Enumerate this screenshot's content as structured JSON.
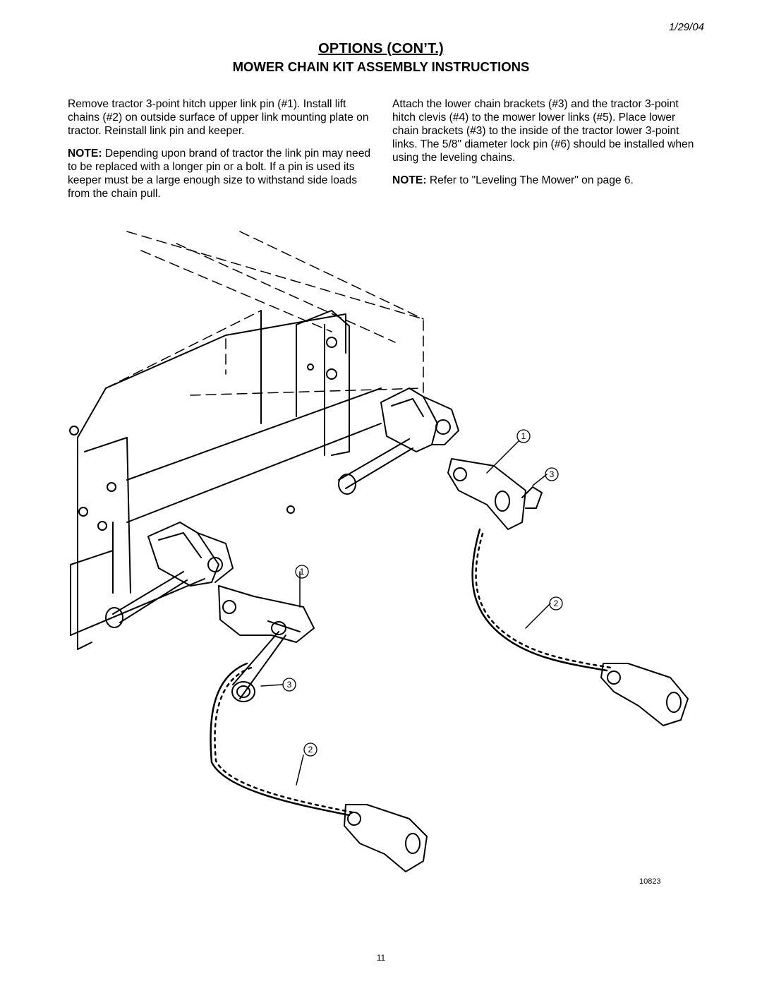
{
  "header": {
    "date": "1/29/04"
  },
  "title": "OPTIONS (CON’T.)",
  "subtitle": "MOWER CHAIN KIT ASSEMBLY INSTRUCTIONS",
  "left_column": {
    "para1": "Remove tractor 3-point hitch upper link pin (#1). Install lift chains (#2) on outside surface of upper link mounting plate on tractor. Reinstall link pin and keeper.",
    "note_label": "NOTE:",
    "note_text": " Depending upon brand of tractor the link pin may need to be replaced with a longer pin or a bolt. If a pin is used its keeper must be a large enough size to withstand side loads from the chain pull."
  },
  "right_column": {
    "para1": "Attach the lower chain brackets (#3) and the tractor 3-point hitch clevis (#4) to the mower lower links (#5). Place lower chain brackets (#3) to the inside of the tractor lower 3-point links. The 5/8\" diameter lock pin (#6) should be installed when using the leveling chains.",
    "note_label": "NOTE:",
    "note_text": " Refer to \"Leveling The Mower\" on page 6."
  },
  "figure": {
    "callouts": [
      "1",
      "3",
      "2",
      "1",
      "3",
      "2"
    ],
    "figure_number": "10823"
  },
  "footer": {
    "page_number": "11"
  }
}
